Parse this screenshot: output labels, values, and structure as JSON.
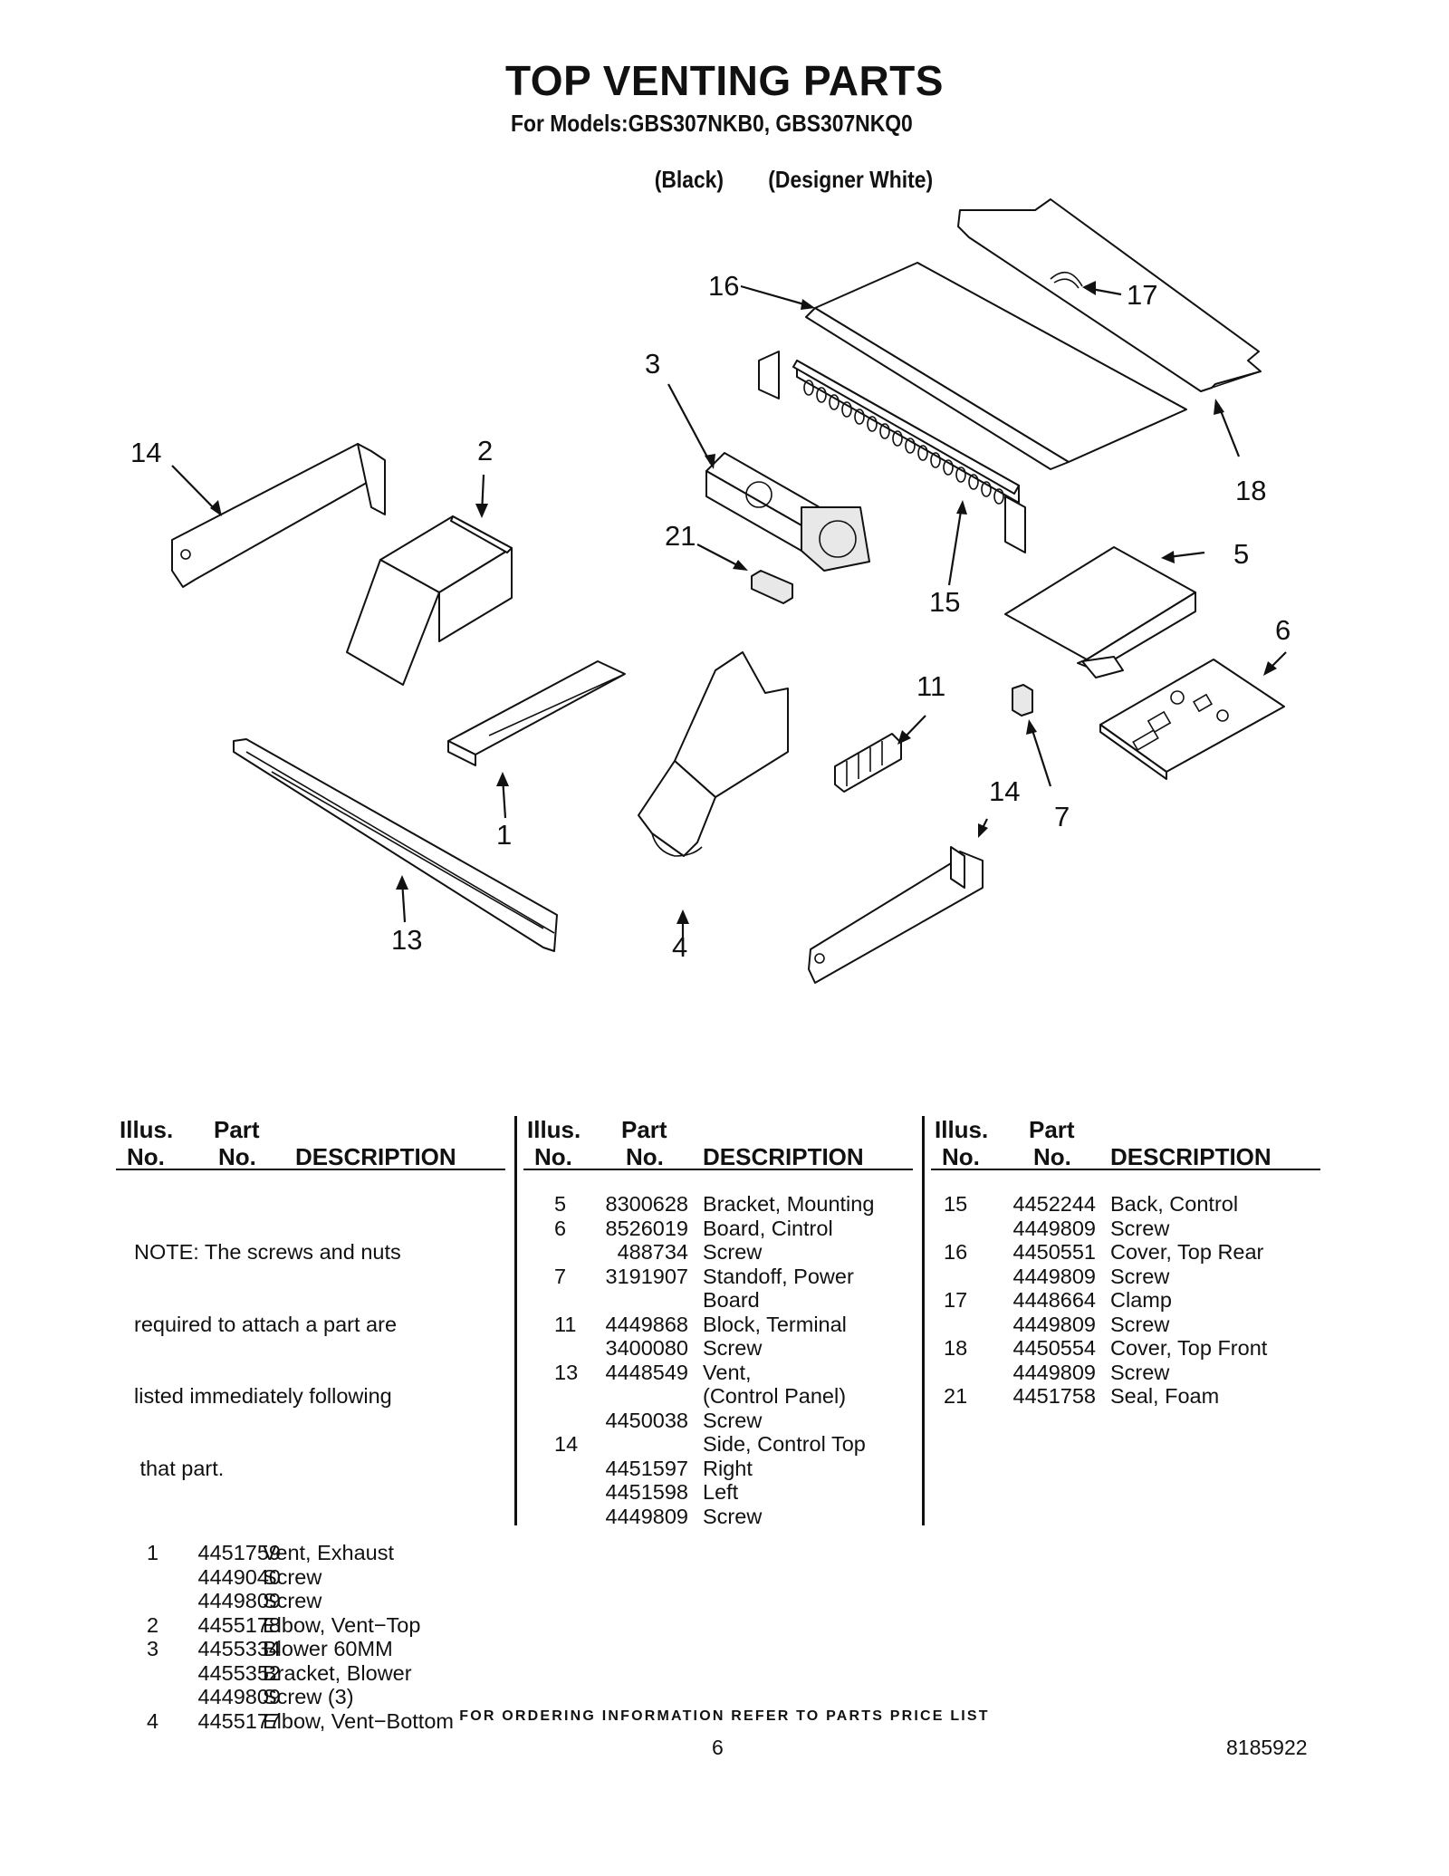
{
  "header": {
    "title": "TOP VENTING PARTS",
    "models_line": "For Models:GBS307NKB0, GBS307NKQ0",
    "color_1": "(Black)",
    "color_2": "(Designer White)"
  },
  "diagram": {
    "callouts": [
      "16",
      "17",
      "3",
      "14",
      "2",
      "18",
      "21",
      "5",
      "15",
      "6",
      "11",
      "14",
      "7",
      "1",
      "13",
      "4"
    ]
  },
  "table": {
    "headers": {
      "illus_1": "Illus.",
      "illus_2": "No.",
      "part_1": "Part",
      "part_2": "No.",
      "desc": "DESCRIPTION"
    },
    "note": [
      "NOTE: The screws and nuts",
      "required to attach a part are",
      "listed immediately following",
      " that part."
    ],
    "col1": [
      {
        "illus": "1",
        "part": "4451759",
        "desc": "Vent, Exhaust"
      },
      {
        "illus": "",
        "part": "4449040",
        "desc": "Screw"
      },
      {
        "illus": "",
        "part": "4449809",
        "desc": "Screw"
      },
      {
        "illus": "2",
        "part": "4455178",
        "desc": "Elbow, Vent−Top"
      },
      {
        "illus": "3",
        "part": "4455334",
        "desc": "Blower 60MM"
      },
      {
        "illus": "",
        "part": "4455352",
        "desc": "Bracket, Blower"
      },
      {
        "illus": "",
        "part": "4449809",
        "desc": "Screw (3)"
      },
      {
        "illus": "4",
        "part": "4455177",
        "desc": "Elbow, Vent−Bottom"
      }
    ],
    "col2": [
      {
        "illus": "5",
        "part": "8300628",
        "desc": "Bracket, Mounting"
      },
      {
        "illus": "6",
        "part": "8526019",
        "desc": "Board, Cintrol"
      },
      {
        "illus": "",
        "part": "488734",
        "desc": "Screw"
      },
      {
        "illus": "7",
        "part": "3191907",
        "desc": "Standoff, Power"
      },
      {
        "illus": "",
        "part": "",
        "desc": "Board"
      },
      {
        "illus": "11",
        "part": "4449868",
        "desc": "Block, Terminal"
      },
      {
        "illus": "",
        "part": "3400080",
        "desc": "Screw"
      },
      {
        "illus": "13",
        "part": "4448549",
        "desc": "Vent,"
      },
      {
        "illus": "",
        "part": "",
        "desc": "(Control Panel)"
      },
      {
        "illus": "",
        "part": "4450038",
        "desc": "Screw"
      },
      {
        "illus": "14",
        "part": "",
        "desc": "Side, Control Top"
      },
      {
        "illus": "",
        "part": "4451597",
        "desc": "Right"
      },
      {
        "illus": "",
        "part": "4451598",
        "desc": "Left"
      },
      {
        "illus": "",
        "part": "4449809",
        "desc": "Screw"
      }
    ],
    "col3": [
      {
        "illus": "15",
        "part": "4452244",
        "desc": "Back, Control"
      },
      {
        "illus": "",
        "part": "4449809",
        "desc": "Screw"
      },
      {
        "illus": "16",
        "part": "4450551",
        "desc": "Cover, Top Rear"
      },
      {
        "illus": "",
        "part": "4449809",
        "desc": "Screw"
      },
      {
        "illus": "17",
        "part": "4448664",
        "desc": "Clamp"
      },
      {
        "illus": "",
        "part": "4449809",
        "desc": "Screw"
      },
      {
        "illus": "18",
        "part": "4450554",
        "desc": "Cover, Top Front"
      },
      {
        "illus": "",
        "part": "4449809",
        "desc": "Screw"
      },
      {
        "illus": "21",
        "part": "4451758",
        "desc": "Seal, Foam"
      }
    ]
  },
  "footer": {
    "ordering": "FOR ORDERING INFORMATION REFER TO PARTS PRICE LIST",
    "page": "6",
    "doc_number": "8185922"
  }
}
